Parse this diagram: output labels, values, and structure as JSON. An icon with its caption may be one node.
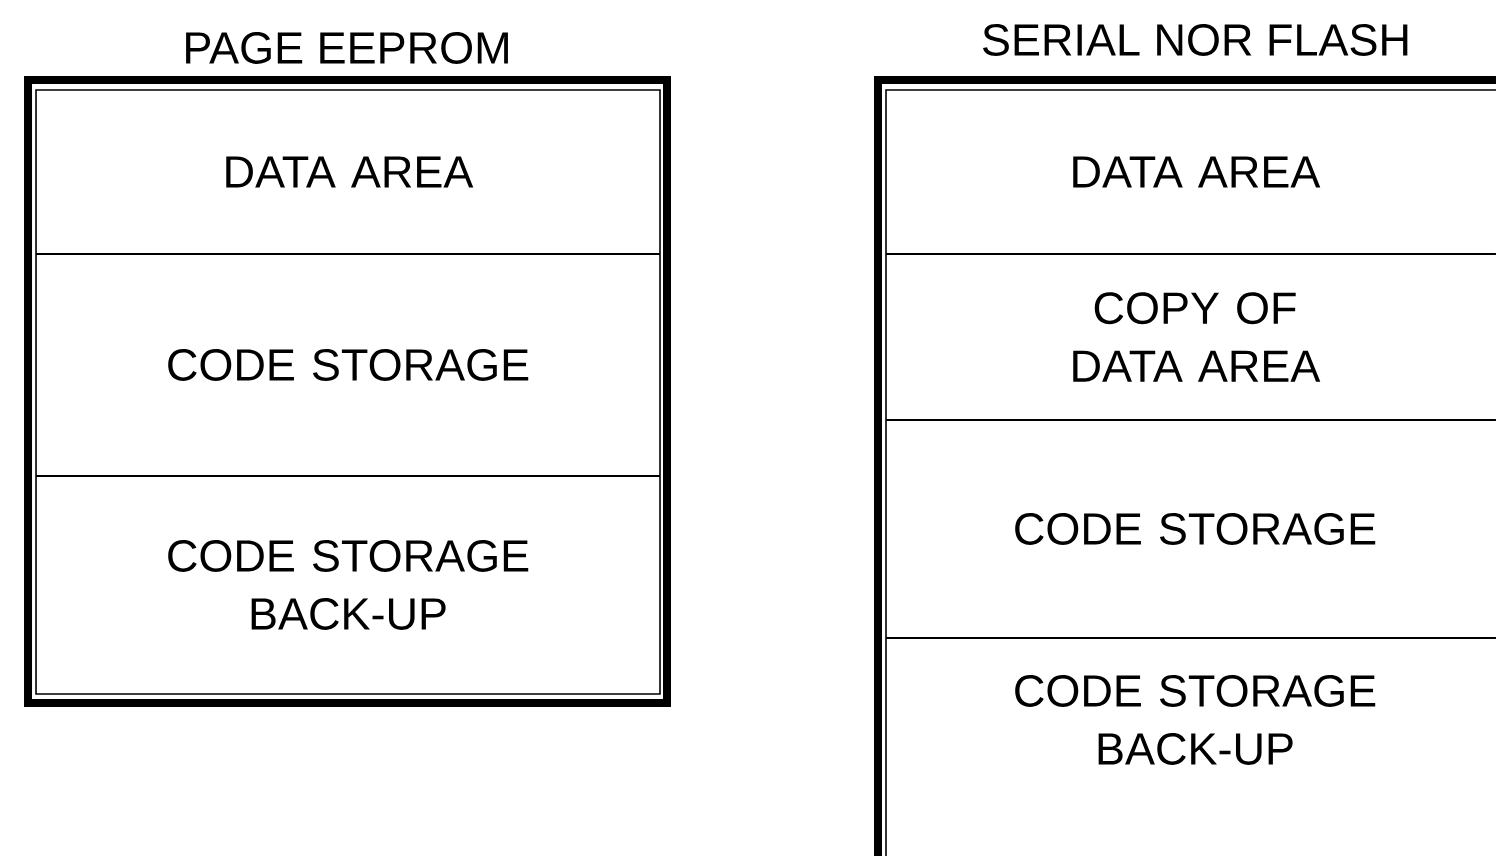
{
  "diagram": {
    "nodes": [
      {
        "text": [
          "PAGE EEPROM"
        ]
      },
      {
        "text": [
          "DATA AREA"
        ],
        "in": 0
      },
      {
        "text": [
          "CODE STORAGE"
        ],
        "in": 0
      },
      {
        "text": [
          "CODE STORAGE BACK-UP"
        ],
        "in": 0
      },
      {
        "text": [
          "SERIAL NOR FLASH"
        ]
      },
      {
        "text": [
          "DATA AREA"
        ],
        "in": 4
      },
      {
        "text": [
          "COPY OF DATA AREA"
        ],
        "in": 4
      },
      {
        "text": [
          "CODE STORAGE"
        ],
        "in": 4
      },
      {
        "text": [
          "CODE STORAGE BACK-UP"
        ],
        "in": 4
      }
    ]
  }
}
